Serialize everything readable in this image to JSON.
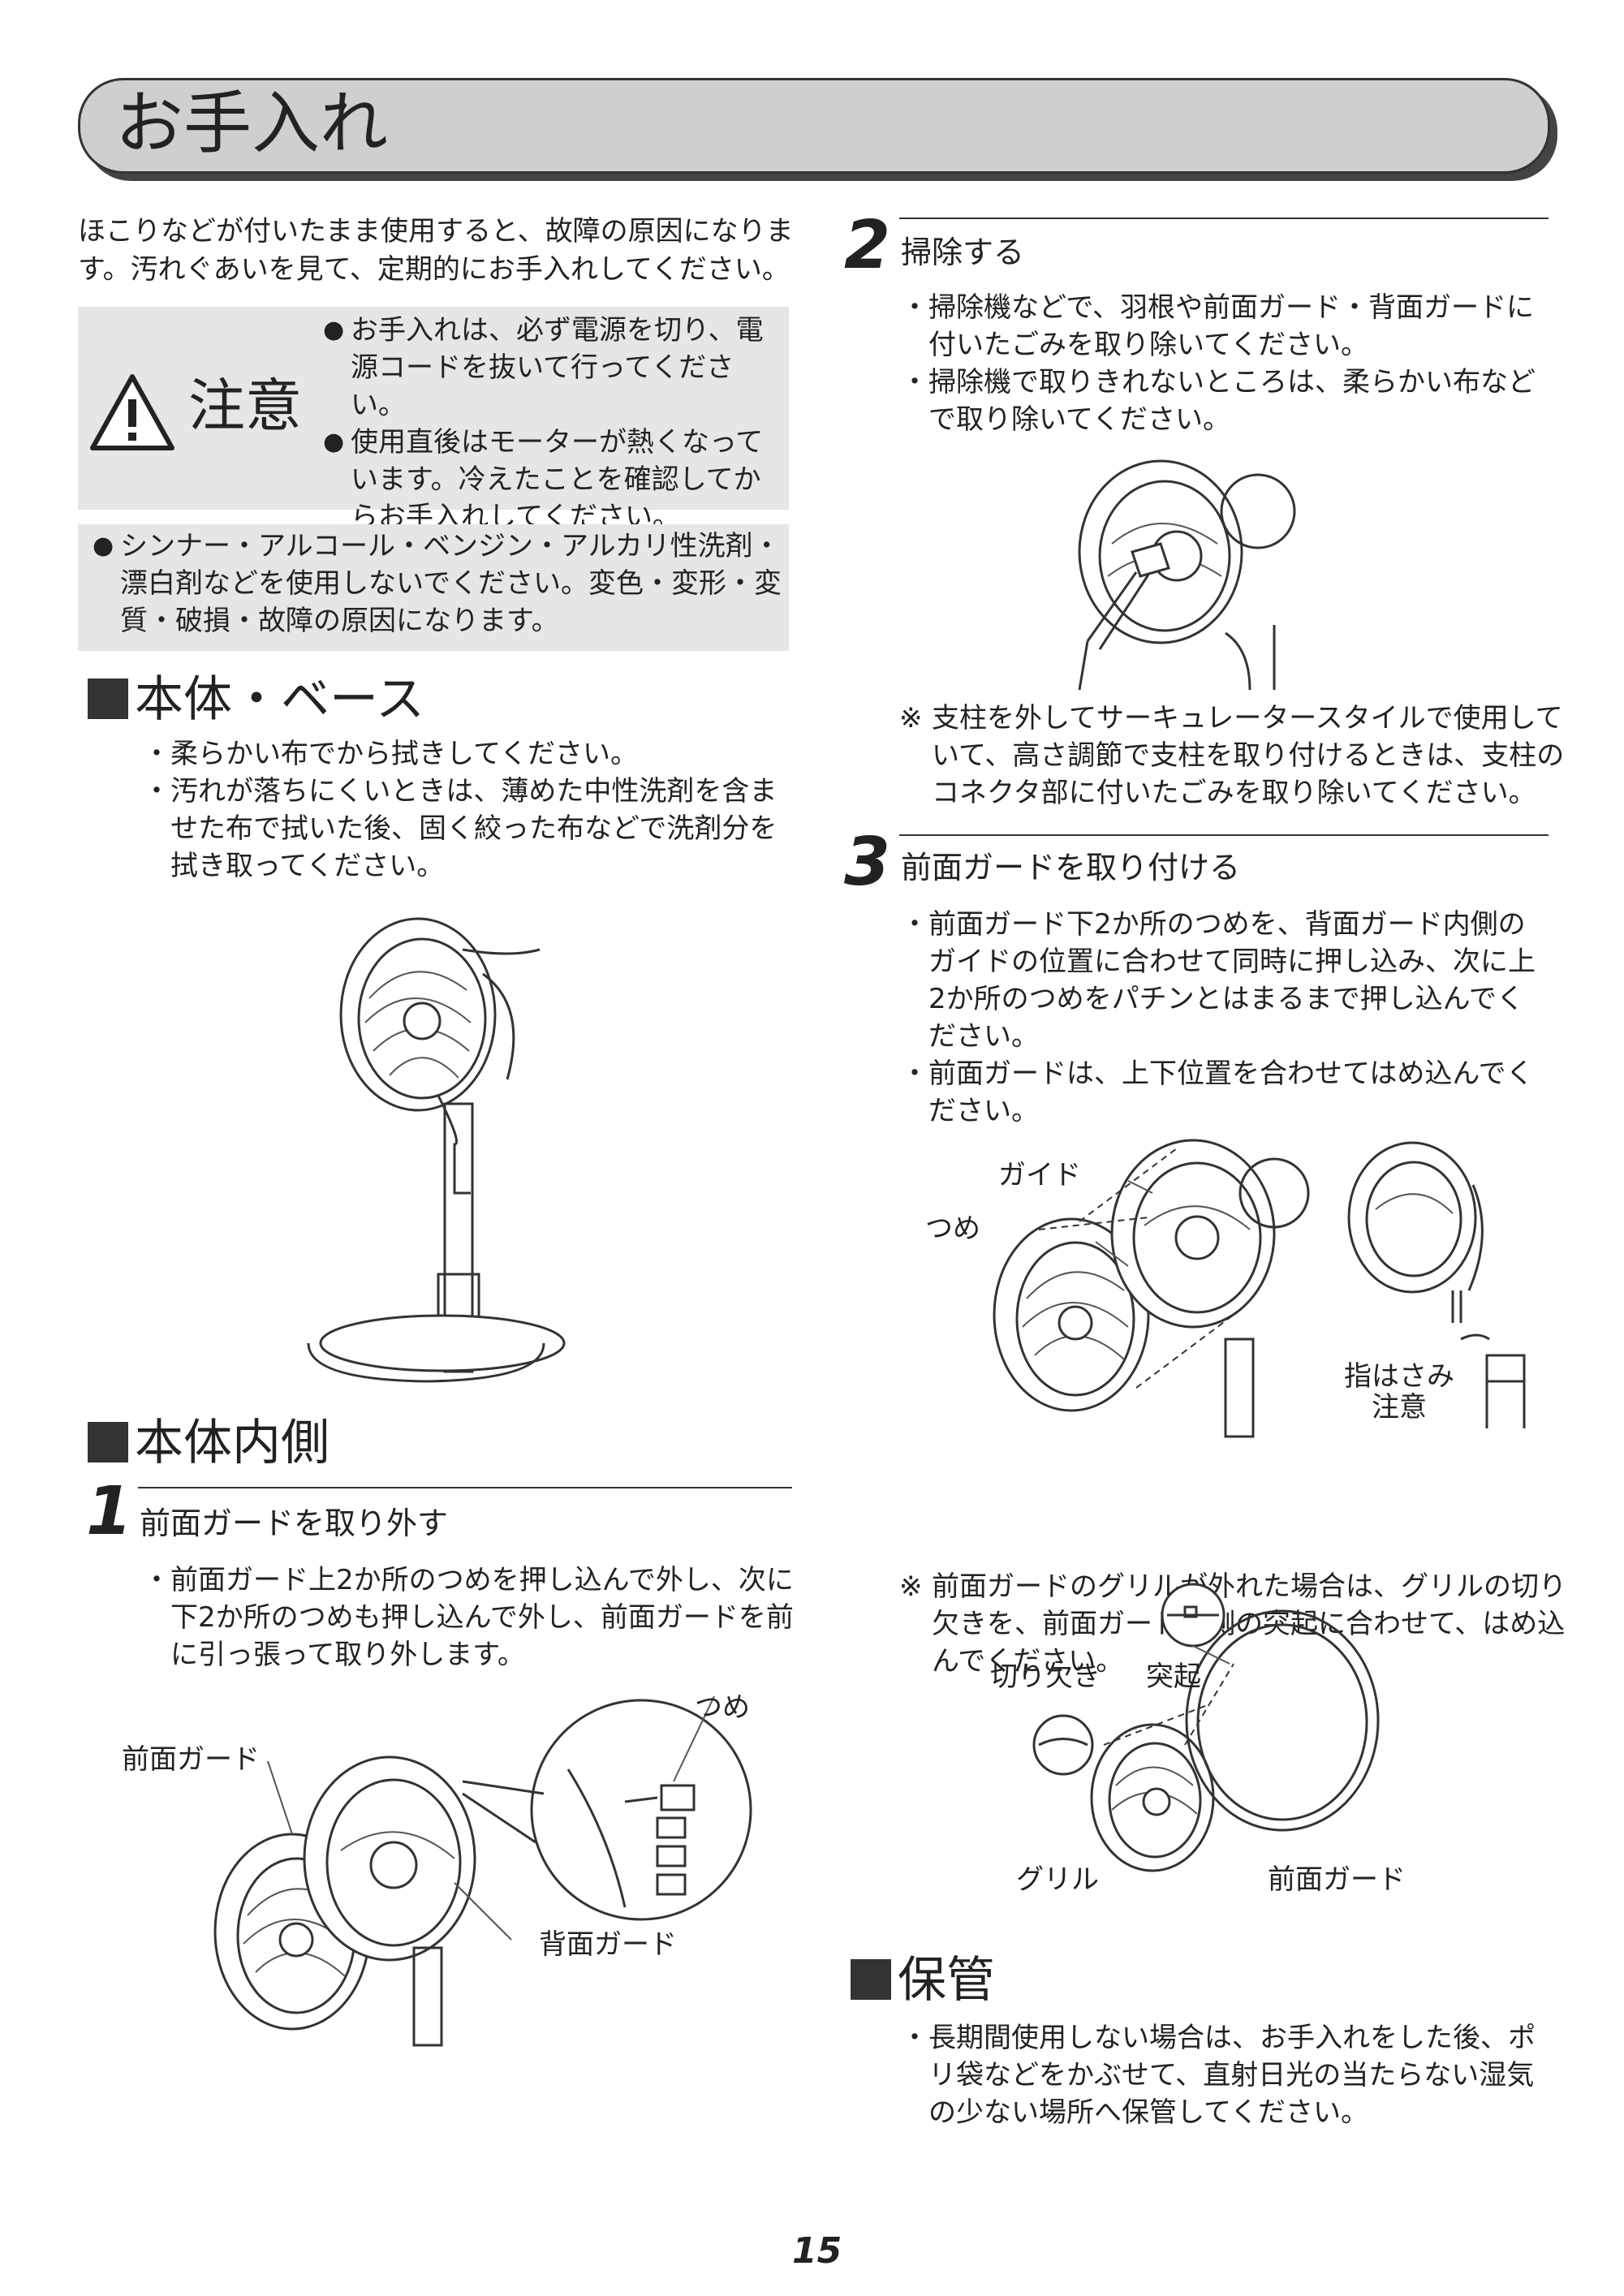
{
  "header": {
    "title": "お手入れ"
  },
  "intro": "ほこりなどが付いたまま使用すると、故障の原因になります。汚れぐあいを見て、定期的にお手入れしてください。",
  "caution": {
    "label": "注意",
    "items": [
      "お手入れは、必ず電源を切り、電源コードを抜いて行ってください。",
      "使用直後はモーターが熱くなっています。冷えたことを確認してからお手入れしてください。"
    ]
  },
  "warning": "シンナー・アルコール・ベンジン・アルカリ性洗剤・漂白剤などを使用しないでください。変色・変形・変質・破損・故障の原因になります。",
  "section_body": {
    "heading": "本体・ベース",
    "items": [
      "柔らかい布でから拭きしてください。",
      "汚れが落ちにくいときは、薄めた中性洗剤を含ませた布で拭いた後、固く絞った布などで洗剤分を拭き取ってください。"
    ]
  },
  "section_inside": {
    "heading": "本体内側"
  },
  "step1": {
    "num": "1",
    "title": "前面ガードを取り外す",
    "items": [
      "前面ガード上2か所のつめを押し込んで外し、次に下2か所のつめも押し込んで外し、前面ガードを前に引っ張って取り外します。"
    ],
    "labels": {
      "front_guard": "前面ガード",
      "claw": "つめ",
      "rear_guard": "背面ガード"
    }
  },
  "step2": {
    "num": "2",
    "title": "掃除する",
    "items": [
      "掃除機などで、羽根や前面ガード・背面ガードに付いたごみを取り除いてください。",
      "掃除機で取りきれないところは、柔らかい布などで取り除いてください。"
    ],
    "note": "支柱を外してサーキュレータースタイルで使用していて、高さ調節で支柱を取り付けるときは、支柱のコネクタ部に付いたごみを取り除いてください。"
  },
  "step3": {
    "num": "3",
    "title": "前面ガードを取り付ける",
    "items": [
      "前面ガード下2か所のつめを、背面ガード内側のガイドの位置に合わせて同時に押し込み、次に上2か所のつめをパチンとはまるまで押し込んでください。",
      "前面ガードは、上下位置を合わせてはめ込んでください。"
    ],
    "labels": {
      "guide": "ガイド",
      "claw": "つめ",
      "pinch_1": "指はさみ",
      "pinch_2": "注意"
    },
    "note": "前面ガードのグリルが外れた場合は、グリルの切り欠きを、前面ガード内側の突起に合わせて、はめ込んでください。",
    "labels2": {
      "notch": "切り欠き",
      "protrusion": "突起",
      "grille": "グリル",
      "front_guard": "前面ガード"
    }
  },
  "section_storage": {
    "heading": "保管",
    "items": [
      "長期間使用しない場合は、お手入れをした後、ポリ袋などをかぶせて、直射日光の当たらない湿気の少ない場所へ保管してください。"
    ]
  },
  "page_number": "15"
}
